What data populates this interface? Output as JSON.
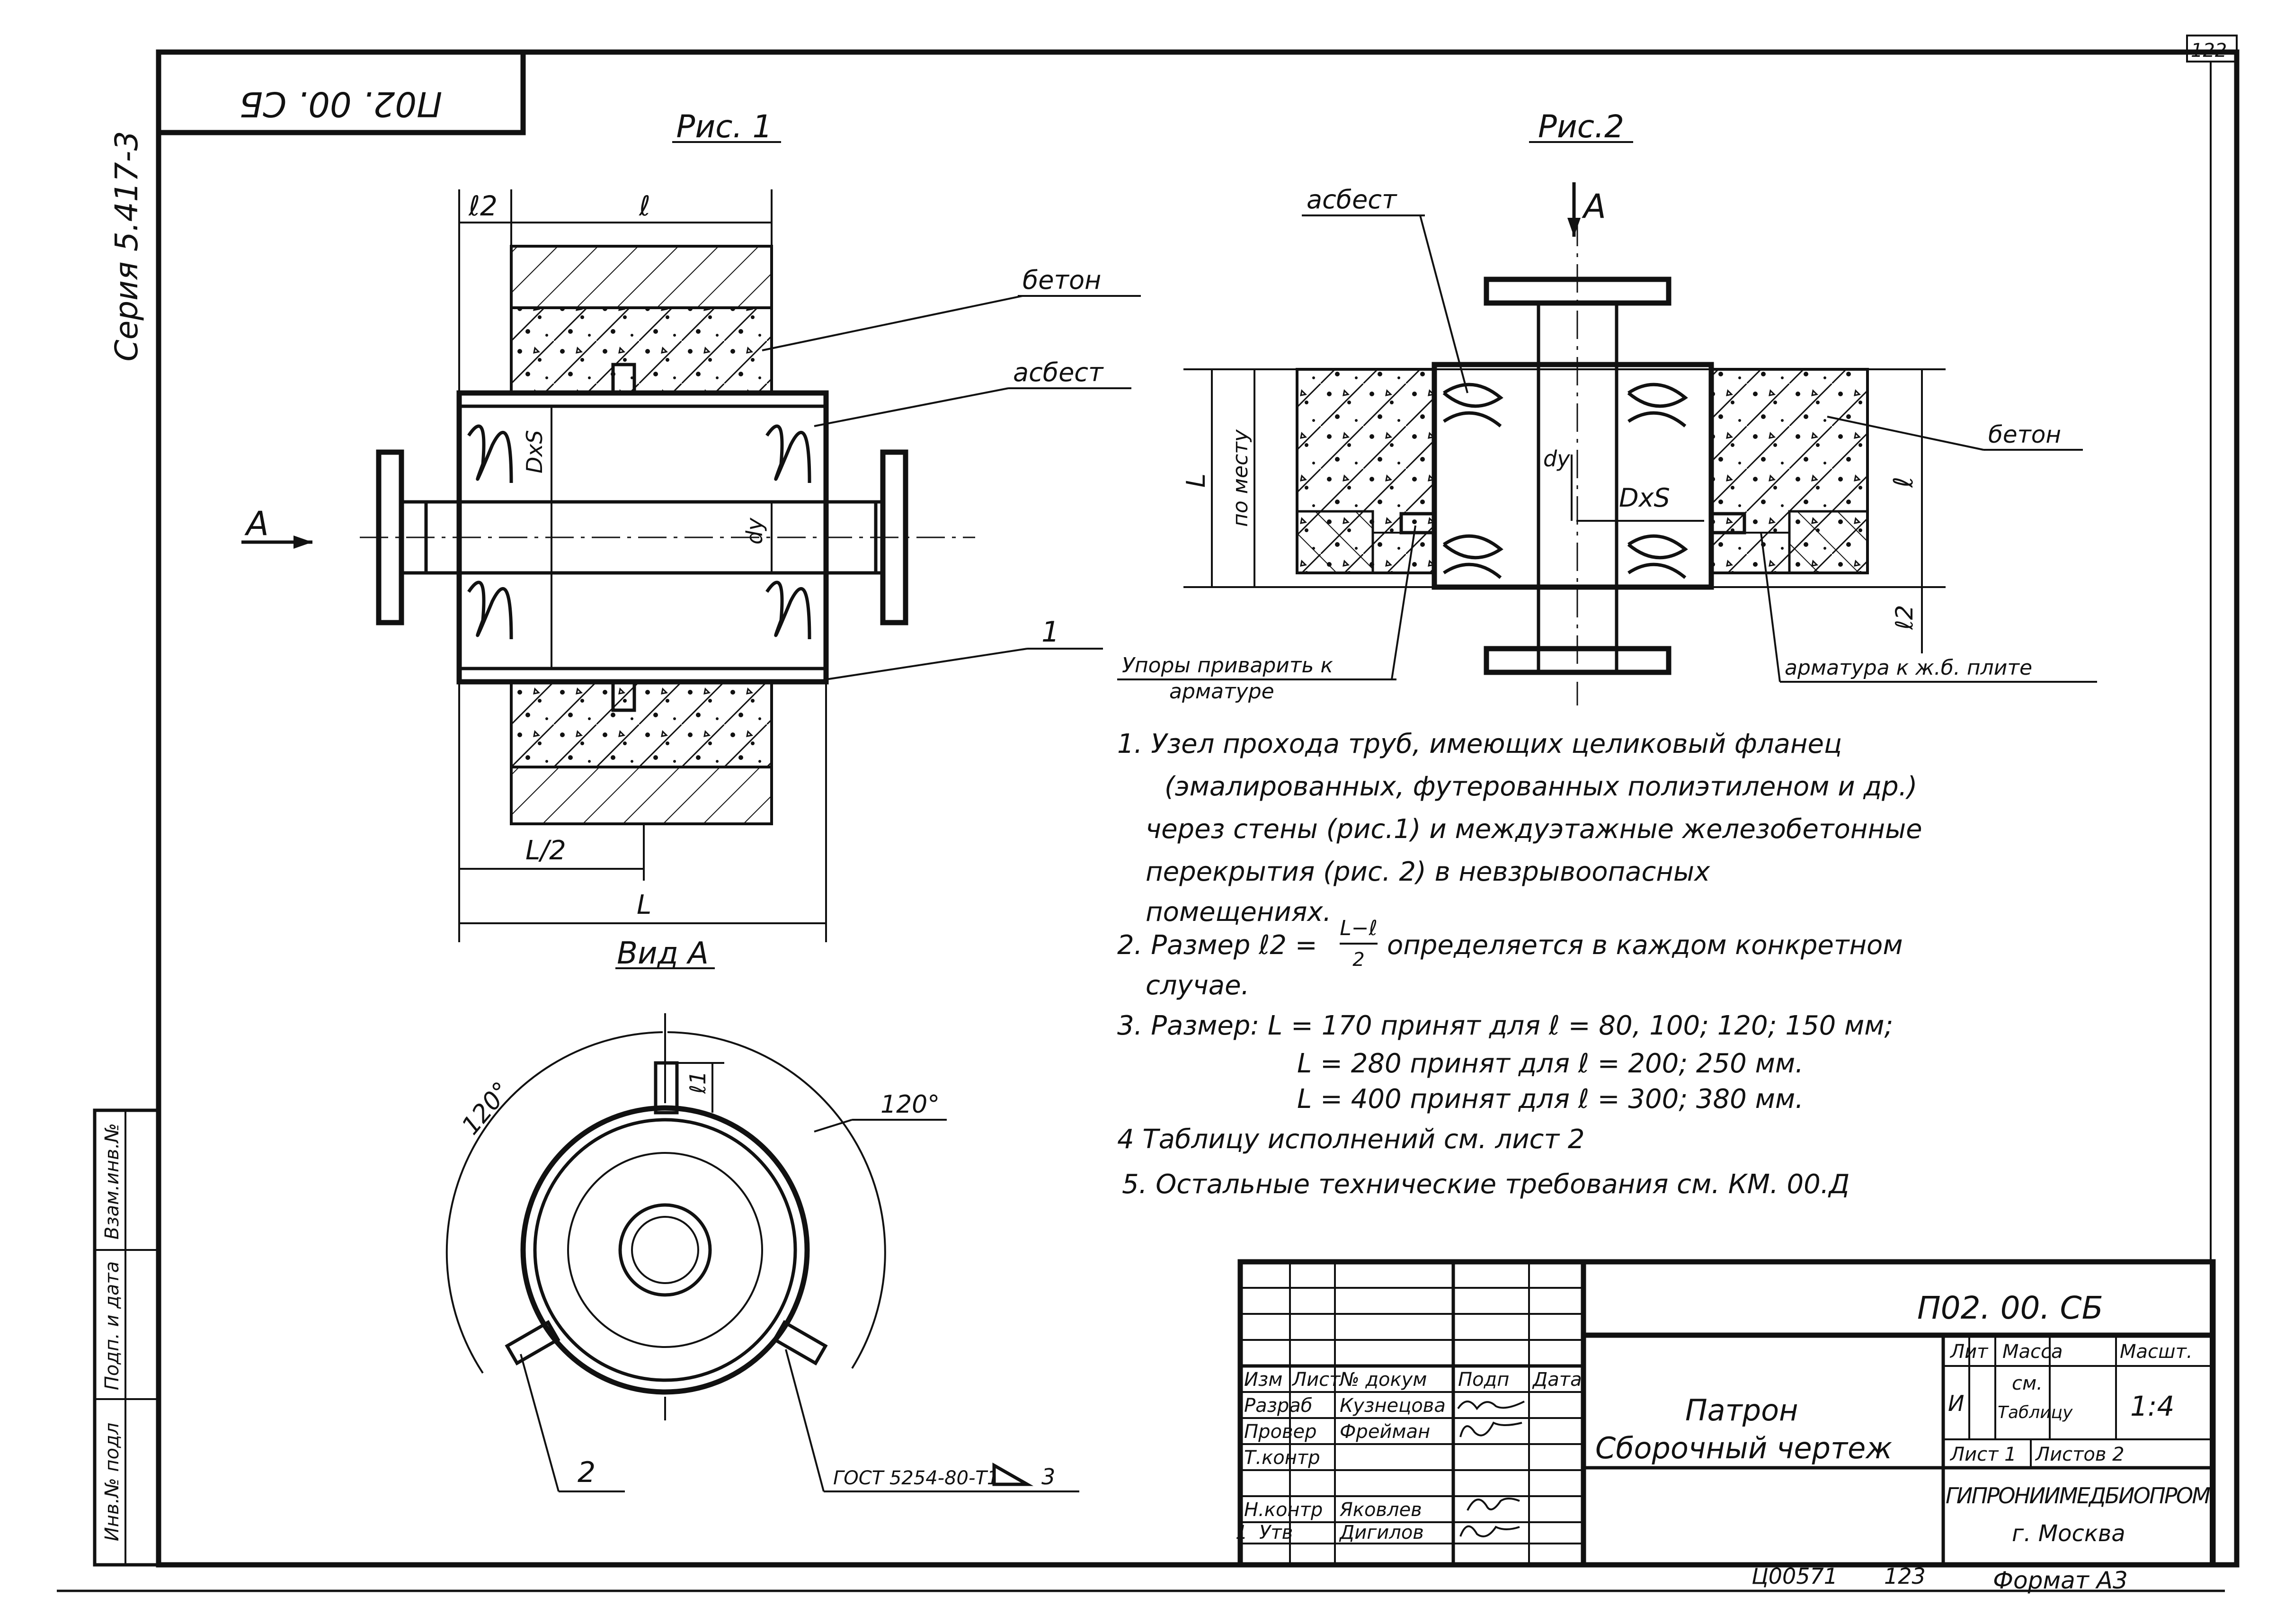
{
  "sheet": {
    "page_number": "122",
    "corner_code": "П02. 00. СБ",
    "series": "Серия 5.417-3",
    "bottom_code": "Ц00571",
    "bottom_number": "123",
    "format": "Формат  А3"
  },
  "margin_stamps": [
    "Инв.№ подл",
    "Подп. и дата",
    "Взам.инв.№"
  ],
  "fig1": {
    "title": "Рис. 1",
    "view_arrow": "А",
    "dims": {
      "l2": "ℓ2",
      "l": "ℓ",
      "DxS": "DxS",
      "dy": "dy",
      "L2": "L/2",
      "L": "L"
    },
    "labels": {
      "beton": "бетон",
      "asbest": "асбест",
      "pos1": "1"
    }
  },
  "fig2": {
    "title": "Рис.2",
    "view_arrow": "А",
    "labels": {
      "asbest": "асбест",
      "beton": "бетон",
      "po_mestu": "по месту",
      "L": "L",
      "l": "ℓ",
      "l2": "ℓ2",
      "dy": "dy",
      "DxS": "DxS",
      "upory_1": "Упоры приварить к",
      "upory_2": "арматуре",
      "armatura": "арматура к ж.б. плите"
    }
  },
  "viewA": {
    "title": "Вид А",
    "angle_left": "120°",
    "angle_right": "120°",
    "l1": "ℓ1",
    "pos2": "2",
    "gost": "ГОСТ 5254-80-Т1",
    "weld": "3"
  },
  "notes": [
    "1. Узел прохода труб, имеющих целиковый фланец",
    "(эмалированных, футерованных  полиэтиленом и др.)",
    "через стены (рис.1) и междуэтажные железобетонные",
    "перекрытия (рис. 2) в невзрывоопасных",
    "помещениях.",
    "2. Размер ℓ2 =",
    "определяется в каждом конкретном",
    "случае.",
    "3. Размер:   L = 170  принят  для  ℓ = 80, 100; 120; 150 мм;",
    "L = 280  принят  для  ℓ = 200; 250 мм.",
    "L = 400  принят  для  ℓ = 300; 380 мм.",
    "4  Таблицу  исполнений    см. лист 2",
    "5. Остальные  технические  требования  см.  КМ. 00.Д"
  ],
  "note2_fraction": {
    "num": "L−ℓ",
    "den": "2"
  },
  "title_block": {
    "doc_code": "П02. 00. СБ",
    "name_1": "Патрон",
    "name_2": "Сборочный  чертеж",
    "col_headers": [
      "Изм",
      "Лист",
      "№ докум",
      "Подп",
      "Дата"
    ],
    "rows": [
      {
        "role": "Разраб",
        "name": "Кузнецова",
        "sign": ""
      },
      {
        "role": "Провер",
        "name": "Фрейман",
        "sign": ""
      },
      {
        "role": "Т.контр",
        "name": "",
        "sign": ""
      },
      {
        "role": "Н.контр",
        "name": "Яковлев",
        "sign": ""
      },
      {
        "role": "Утв",
        "name": "Дигилов",
        "sign": ""
      }
    ],
    "row_number": "1",
    "lit_label": "Лит",
    "mass_label": "Масса",
    "scale_label": "Масшт.",
    "lit_value": "И",
    "mass_value_1": "см.",
    "mass_value_2": "Таблицу",
    "scale_value": "1:4",
    "sheet_label": "Лист  1",
    "sheets_label": "Листов  2",
    "org": "ГИПРОНИИМЕДБИОПРОМ",
    "city": "г. Москва"
  }
}
